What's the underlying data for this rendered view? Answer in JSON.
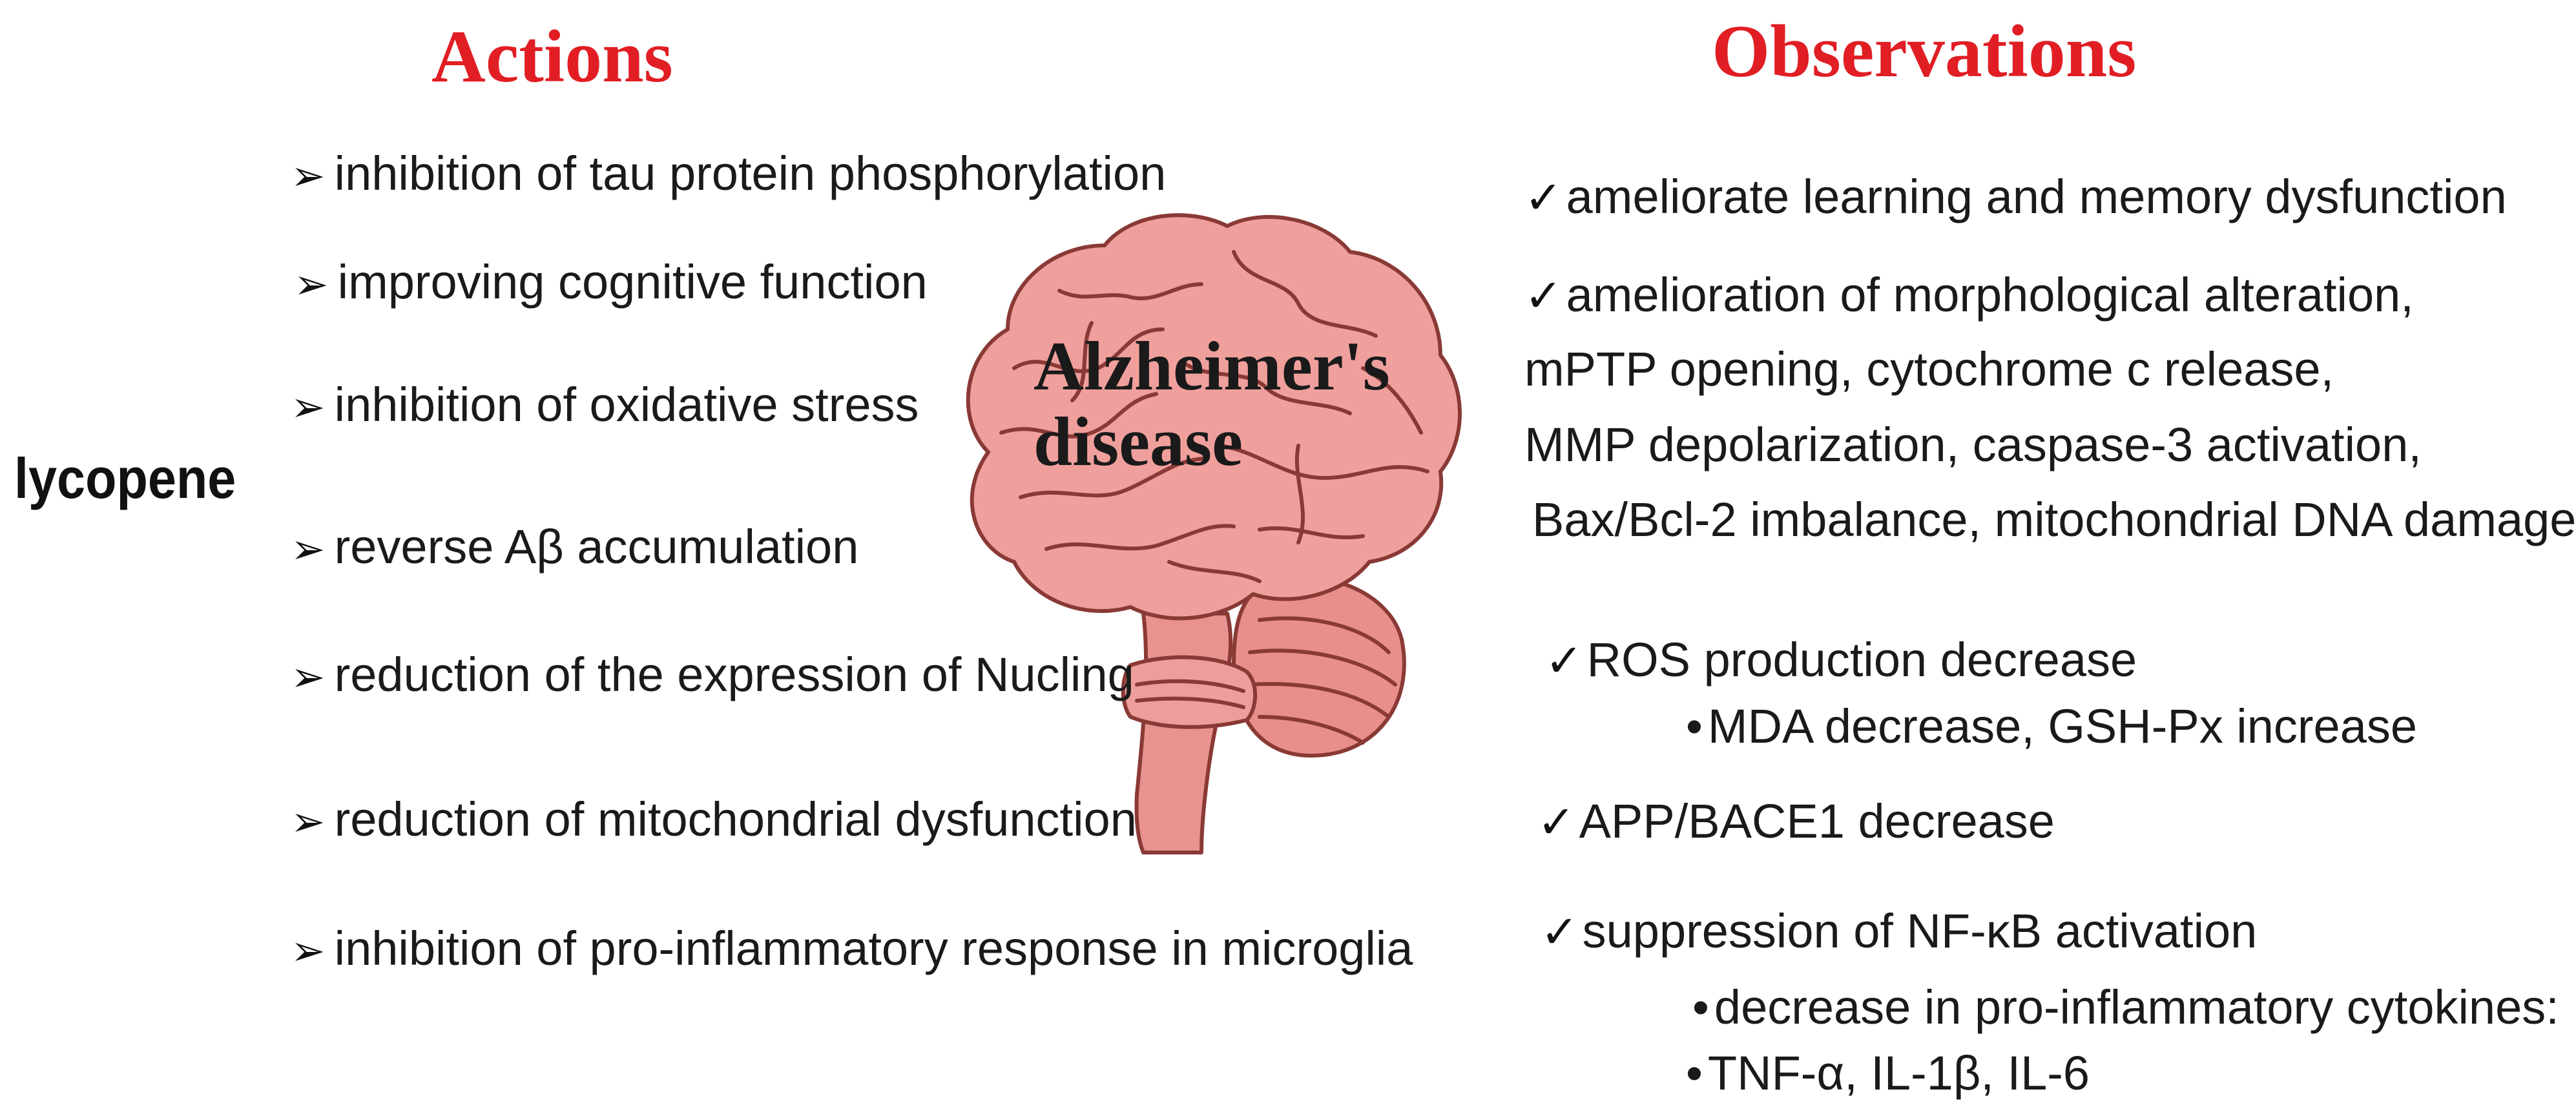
{
  "headings": {
    "actions": "Actions",
    "observations": "Observations"
  },
  "agent": "lycopene",
  "center_label": "Alzheimer's\ndisease",
  "actions": [
    "inhibition of tau protein phosphorylation",
    "improving cognitive function",
    "inhibition of oxidative stress",
    "reverse Aβ accumulation",
    "reduction of the expression of Nucling",
    "reduction of mitochondrial dysfunction",
    "inhibition of pro-inflammatory response in microglia"
  ],
  "observations": [
    {
      "text": "ameliorate learning and memory dysfunction"
    },
    {
      "text": "amelioration of morphological alteration,"
    },
    {
      "text": "mPTP opening, cytochrome c release,"
    },
    {
      "text": "MMP depolarization, caspase-3 activation,"
    },
    {
      "text": "Bax/Bcl-2 imbalance, mitochondrial DNA damage"
    },
    {
      "text": "ROS production decrease"
    },
    {
      "text": "MDA decrease, GSH-Px increase"
    },
    {
      "text": "APP/BACE1 decrease"
    },
    {
      "text": "suppression of NF-κB activation"
    },
    {
      "text": "decrease in pro-inflammatory cytokines:"
    },
    {
      "text": "TNF-α, IL-1β, IL-6"
    }
  ],
  "symbols": {
    "arrow_bullet": "➢",
    "check": "✓",
    "dot": "•"
  },
  "colors": {
    "heading": "#e01e24",
    "brain_fill": "#f0a09c",
    "brain_stroke": "#8a3a36"
  },
  "icons": {
    "center": "brain-icon"
  }
}
